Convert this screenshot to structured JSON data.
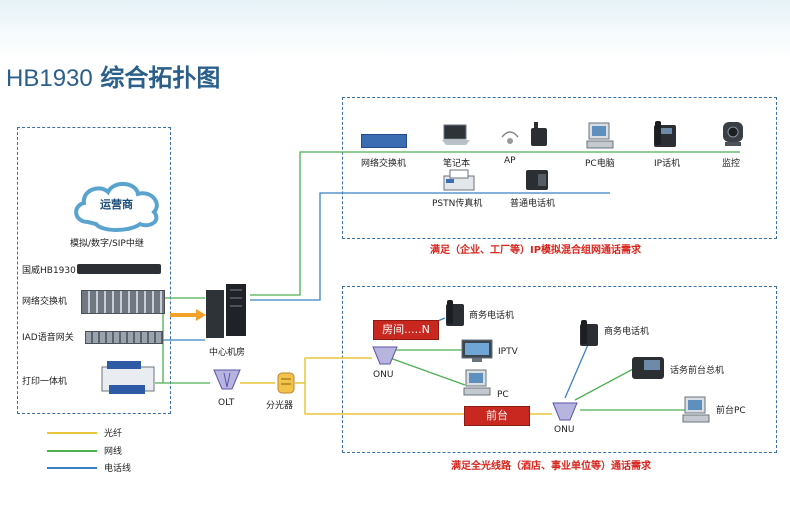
{
  "title_latin": "HB1930",
  "title_cjk": "综合拓扑图",
  "left": {
    "carrier": "运营商",
    "trunk": "模拟/数字/SIP中继",
    "hb1930": "国威HB1930",
    "switch": "网络交换机",
    "iad": "IAD语音网关",
    "printer": "打印一体机"
  },
  "center": {
    "room": "中心机房",
    "olt": "OLT",
    "splitter": "分光器"
  },
  "top": {
    "switch": "网络交换机",
    "laptop": "笔记本",
    "ap": "AP",
    "pc": "PC电脑",
    "ip_phone": "IP话机",
    "monitor": "监控",
    "fax": "PSTN传真机",
    "phone": "普通电话机",
    "caption": "满足（企业、工厂等）IP模拟混合组网通话需求"
  },
  "bottom": {
    "room_tag": "房间.....N",
    "biz_phone1": "商务电话机",
    "iptv": "IPTV",
    "onu1": "ONU",
    "pc": "PC",
    "front_tag": "前台",
    "onu2": "ONU",
    "biz_phone2": "商务电话机",
    "console": "话务前台总机",
    "front_pc": "前台PC",
    "caption": "满足全光线路（酒店、事业单位等）通话需求"
  },
  "legend": [
    {
      "label": "光纤",
      "color": "#e8c63a"
    },
    {
      "label": "网线",
      "color": "#4caf50"
    },
    {
      "label": "电话线",
      "color": "#3b82c4"
    }
  ]
}
